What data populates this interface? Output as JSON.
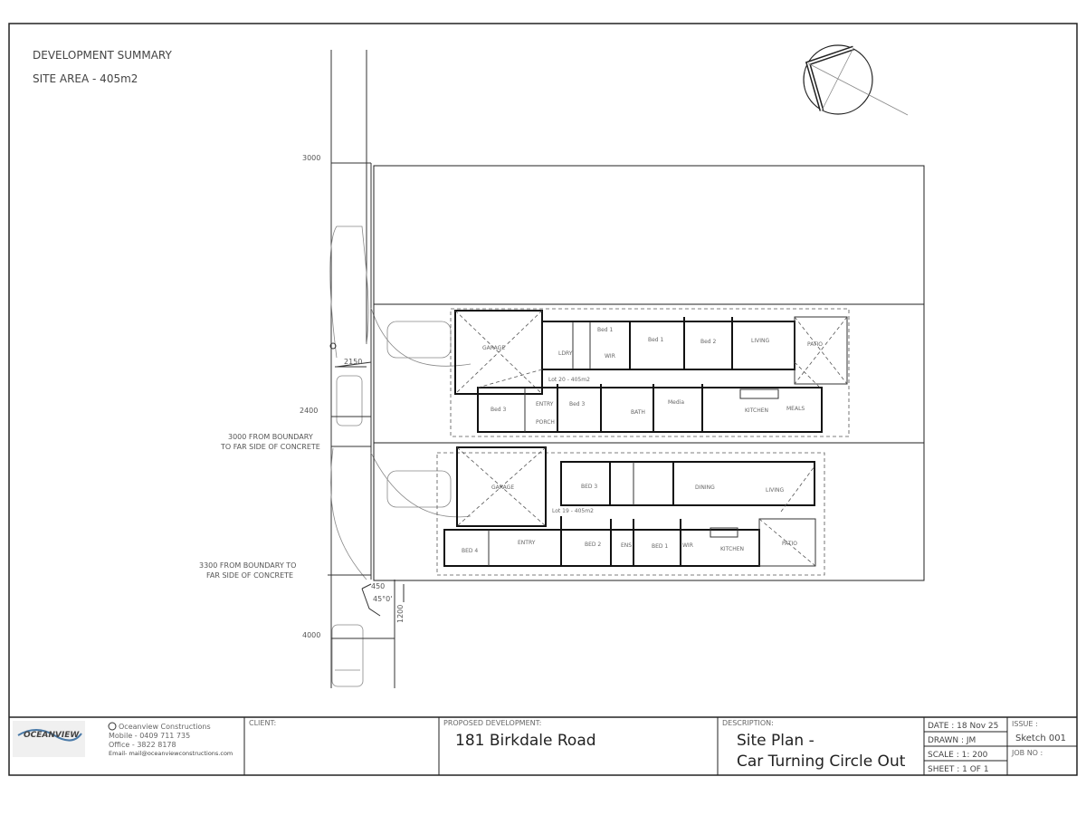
{
  "summary": {
    "title": "DEVELOPMENT SUMMARY",
    "site_area": "SITE AREA - 405m2"
  },
  "dimensions": {
    "d3000": "3000",
    "d2150": "2150",
    "d2400": "2400",
    "boundary_3000_l1": "3000 FROM BOUNDARY",
    "boundary_3000_l2": "TO FAR SIDE OF CONCRETE",
    "boundary_3300_l1": "3300 FROM BOUNDARY TO",
    "boundary_3300_l2": "FAR SIDE OF CONCRETE",
    "d450": "450",
    "angle": "45°0'",
    "d1200": "1200",
    "d4000": "4000"
  },
  "lot20": {
    "label": "Lot 20 - 405m2",
    "rooms": [
      "Bed 1",
      "Bed 1",
      "Bed 2",
      "LIVING",
      "PATIO",
      "GARAGE",
      "LDRY",
      "WIR",
      "Bed 3",
      "ENTRY",
      "PORCH",
      "Bed 3",
      "BATH",
      "Media",
      "KITCHEN",
      "MEALS"
    ]
  },
  "lot19": {
    "label": "Lot 19 - 405m2",
    "rooms": [
      "GARAGE",
      "BED 3",
      "DINING",
      "LIVING",
      "BED 4",
      "ENTRY",
      "BED 2",
      "ENS",
      "BED 1",
      "WIR",
      "KITCHEN",
      "PATIO"
    ]
  },
  "title_block": {
    "company": {
      "logo_text": "OCEANVIEW",
      "name": "Oceanview Constructions",
      "mobile": "Mobile - 0409 711 735",
      "office": "Office - 3822 8178",
      "email": "Email- mail@oceanviewconstructions.com"
    },
    "client_label": "CLIENT:",
    "client": "",
    "proposed_label": "PROPOSED DEVELOPMENT:",
    "proposed": "181 Birkdale Road",
    "description_label": "DESCRIPTION:",
    "description_l1": "Site Plan -",
    "description_l2": "Car Turning Circle Out",
    "date": "DATE : 18 Nov 25",
    "drawn": "DRAWN : JM",
    "scale": "SCALE : 1: 200",
    "sheet": "SHEET : 1 OF 1",
    "issue_label": "ISSUE :",
    "issue": "Sketch 001",
    "job_label": "JOB NO :"
  }
}
